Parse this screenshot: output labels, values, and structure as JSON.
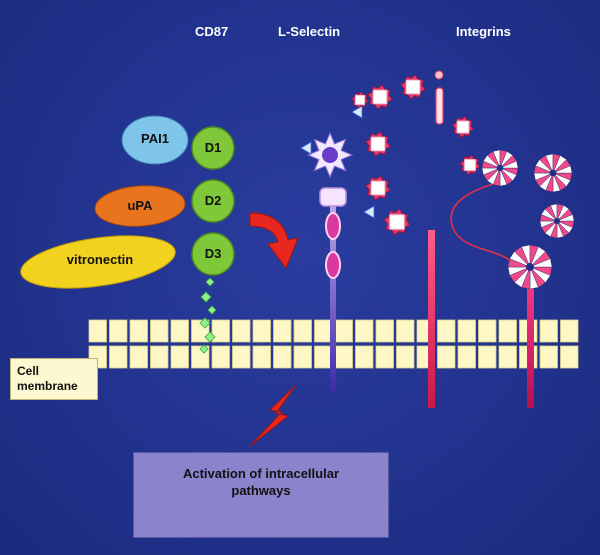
{
  "headers": {
    "cd87": "CD87",
    "l_selectin": "L-Selectin",
    "integrins": "Integrins"
  },
  "ligands": {
    "pai1": "PAI1",
    "upa": "uPA",
    "vitronectin": "vitronectin"
  },
  "domains": {
    "d1": "D1",
    "d2": "D2",
    "d3": "D3"
  },
  "membrane": {
    "label": "Cell membrane"
  },
  "result": {
    "label": "Activation of intracellular pathways"
  },
  "colors": {
    "background": "#22338f",
    "pai1": "#7fc4ea",
    "upa": "#e8741e",
    "vitronectin": "#f2d21e",
    "domain_green": "#7fc83a",
    "arrow_red": "#e8281e",
    "membrane_cell": "#fcf7c4",
    "result_box": "#8b84cc",
    "receptor_pink": "#e23a6a"
  }
}
